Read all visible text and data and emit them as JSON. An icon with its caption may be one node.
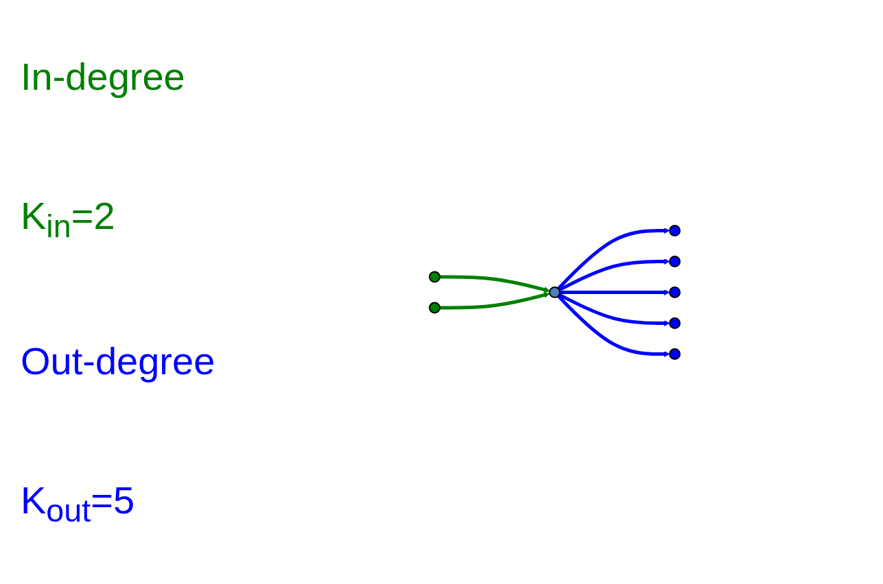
{
  "diagram": {
    "nodes": [
      {
        "text": [],
        "shape": "circle"
      },
      {
        "text": [],
        "shape": "circle"
      },
      {
        "text": [],
        "shape": "circle"
      },
      {
        "text": [],
        "shape": "circle"
      },
      {
        "text": [],
        "shape": "circle"
      },
      {
        "text": [],
        "shape": "circle"
      },
      {
        "text": [],
        "shape": "circle"
      },
      {
        "text": [],
        "shape": "circle"
      }
    ],
    "edges": [
      {
        "from": 0,
        "to": 2,
        "arrow": "to",
        "color": "#008000"
      },
      {
        "from": 1,
        "to": 2,
        "arrow": "to",
        "color": "#008000"
      },
      {
        "from": 2,
        "to": 3,
        "arrow": "to"
      },
      {
        "from": 2,
        "to": 4,
        "arrow": "to"
      },
      {
        "from": 2,
        "to": 5,
        "arrow": "to"
      },
      {
        "from": 2,
        "to": 6,
        "arrow": "to"
      },
      {
        "from": 2,
        "to": 7,
        "arrow": "to"
      }
    ],
    "labels": [
      "In-degree",
      "K$_{in}$=2",
      "Out-degree",
      "K$_{out}$=5"
    ]
  }
}
